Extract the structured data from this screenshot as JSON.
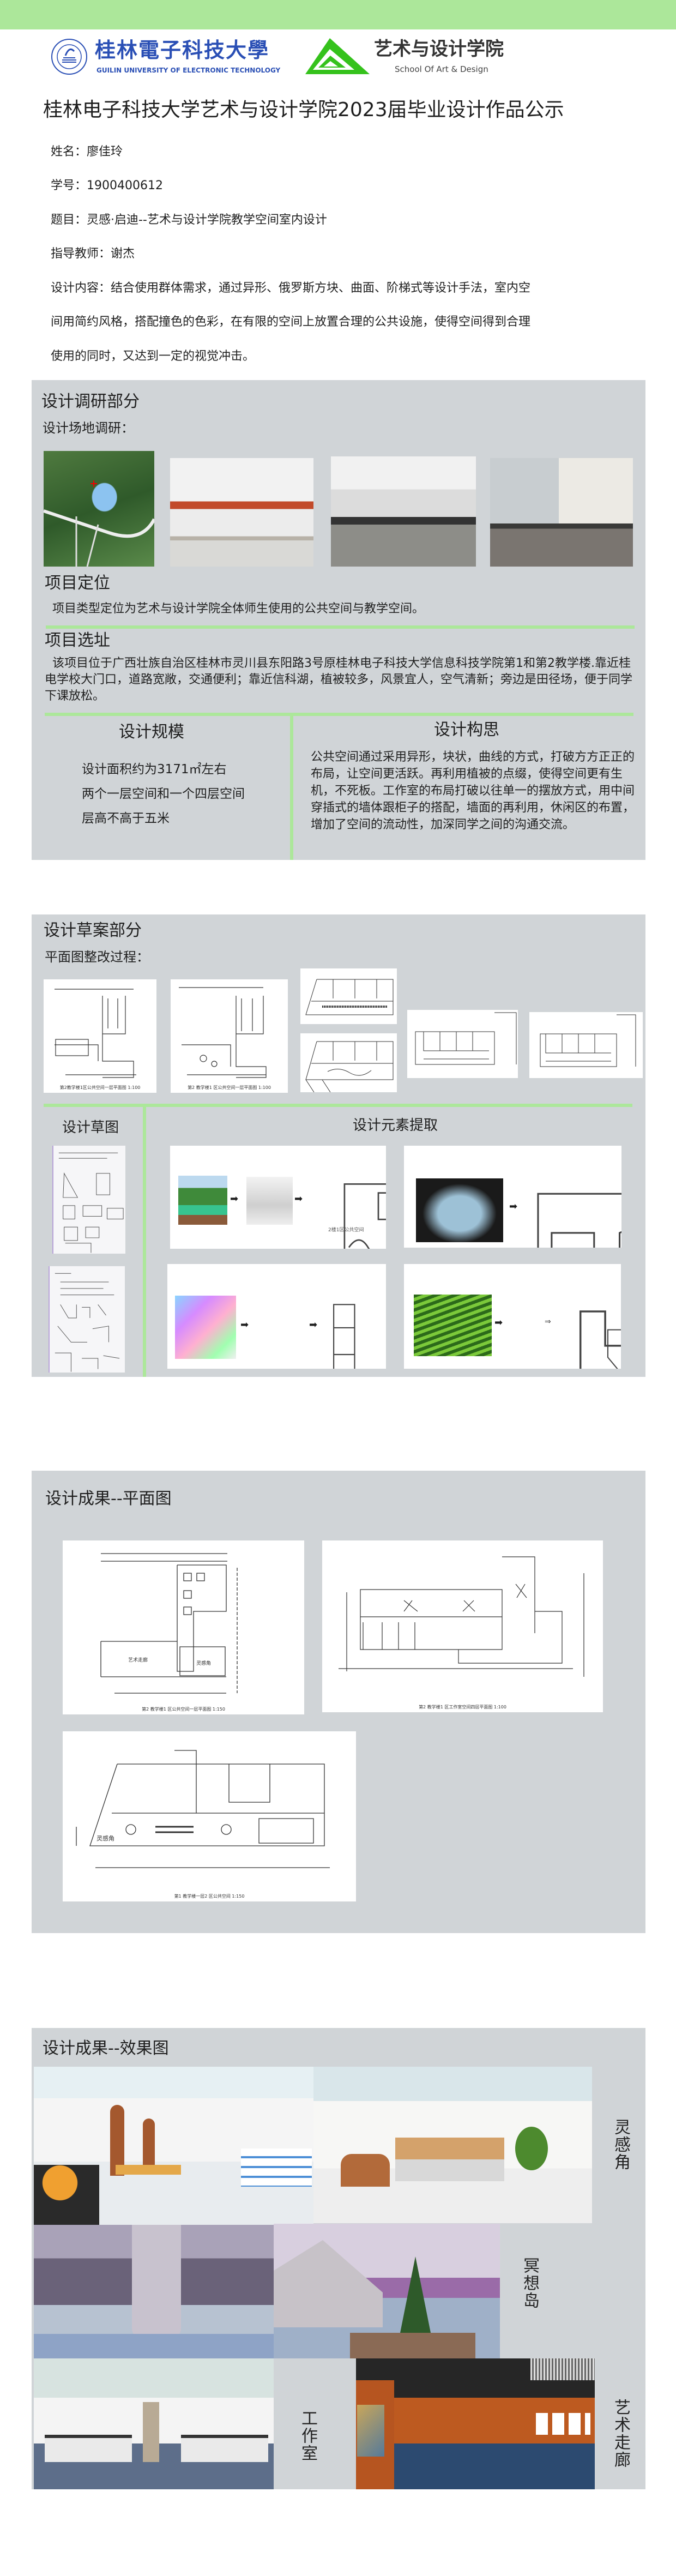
{
  "header": {
    "university_cn": "桂林電子科技大學",
    "university_en": "GUILIN UNIVERSITY OF ELECTRONIC TECHNOLOGY",
    "school_cn": "艺术与设计学院",
    "school_en": "School Of Art & Design",
    "title": "桂林电子科技大学艺术与设计学院2023届毕业设计作品公示"
  },
  "info": {
    "name": "姓名：廖佳玲",
    "student_id": "学号：1900400612",
    "topic": "题目：灵感·启迪--艺术与设计学院教学空间室内设计",
    "advisor": "指导教师：谢杰",
    "content_lines": [
      "设计内容：结合使用群体需求，通过异形、俄罗斯方块、曲面、阶梯式等设计手法，室内空",
      "间用简约风格，搭配撞色的色彩，在有限的空间上放置合理的公共设施，使得空间得到合理",
      "使用的同时，又达到一定的视觉冲击。"
    ]
  },
  "research": {
    "title": "设计调研部分",
    "subtitle": "设计场地调研：",
    "positioning_title": "项目定位",
    "positioning_text": "项目类型定位为艺术与设计学院全体师生使用的公共空间与教学空间。",
    "site_title": "项目选址",
    "site_text": "该项目位于广西壮族自治区桂林市灵川县东阳路3号原桂林电子科技大学信息科技学院第1和第2教学楼.靠近桂电学校大门口，道路宽敞，交通便利；靠近信科湖，植被较多，风景宜人，空气清新；旁边是田径场，便于同学下课放松。",
    "scale_title": "设计规模",
    "scale_lines": [
      "设计面积约为3171㎡左右",
      "两个一层空间和一个四层空间",
      "层高不高于五米"
    ],
    "concept_title": "设计构思",
    "concept_text": "公共空间通过采用异形，块状，曲线的方式，打破方方正正的布局，让空间更活跃。再利用植被的点缀，使得空间更有生机，不死板。工作室的布局打破以往单一的摆放方式，用中间穿插式的墙体跟柜子的搭配，墙面的再利用，休闲区的布置，增加了空间的流动性，加深同学之间的沟通交流。"
  },
  "draft": {
    "title": "设计草案部分",
    "subtitle": "平面图整改过程：",
    "plan_captions": [
      "第2教学楼1区公共空间一层平面图 1:100",
      "第2 教学楼1 区公共空间一层平面图 1:100"
    ],
    "sketch_title": "设计草图",
    "elements_title": "设计元素提取",
    "element_caption": "2楼1区公共空间"
  },
  "plans": {
    "title": "设计成果--平面图",
    "captions": [
      "第2 教学楼1 区公共空间一层平面图 1:150",
      "第2 教学楼1 区工作室空间四层平面图 1:100",
      "第1 教学楼一层2 区公共空间 1:150"
    ],
    "room_labels": [
      "灵感角",
      "艺术走廊"
    ]
  },
  "renders": {
    "title": "设计成果--效果图",
    "labels": [
      "灵感角",
      "冥想岛",
      "工作室",
      "艺术走廊"
    ]
  },
  "colors": {
    "accent_green": "#ace79a",
    "panel_gray": "#d0d4d7",
    "uni_blue": "#2a4fb5",
    "logo_green": "#35c21c"
  }
}
